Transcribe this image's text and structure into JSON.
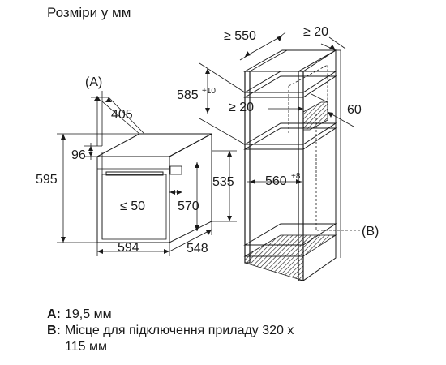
{
  "title": "Розміри у мм",
  "labels": {
    "callout_a": "(A)",
    "callout_b": "(B)",
    "d405": "405",
    "d96": "96",
    "d595": "595",
    "d50": "≤ 50",
    "d570": "570",
    "d535": "535",
    "d594": "594",
    "d548": "548",
    "d550": "≥ 550",
    "d20_top": "≥ 20",
    "d585": "585",
    "d585_tol": "+10",
    "d20_mid": "≥ 20",
    "d60": "60",
    "d560": "560",
    "d560_tol": "+8"
  },
  "legend": {
    "a_key": "A:",
    "a_text": "19,5 мм",
    "b_key": "B:",
    "b_text": "Місце для підключення приладу 320 x",
    "b_text_cont": "115 мм"
  }
}
